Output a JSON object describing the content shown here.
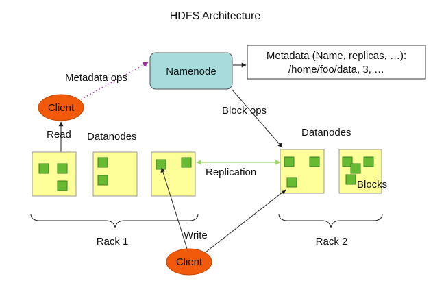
{
  "diagram": {
    "title": "HDFS Architecture",
    "namenode": "Namenode",
    "metadata_line1": "Metadata (Name, replicas, …):",
    "metadata_line2": "/home/foo/data, 3, …",
    "metadata_ops": "Metadata ops",
    "block_ops": "Block ops",
    "client": "Client",
    "read": "Read",
    "write": "Write",
    "datanodes": "Datanodes",
    "replication": "Replication",
    "blocks": "Blocks",
    "rack1": "Rack 1",
    "rack2": "Rack 2"
  },
  "colors": {
    "namenode_fill": "#a8dcdc",
    "client_fill": "#f05a0a",
    "datanode_fill": "#ffff99",
    "block_fill": "#66bb33",
    "replication_arrow": "#bbee88",
    "metadata_arrow": "#993399"
  }
}
